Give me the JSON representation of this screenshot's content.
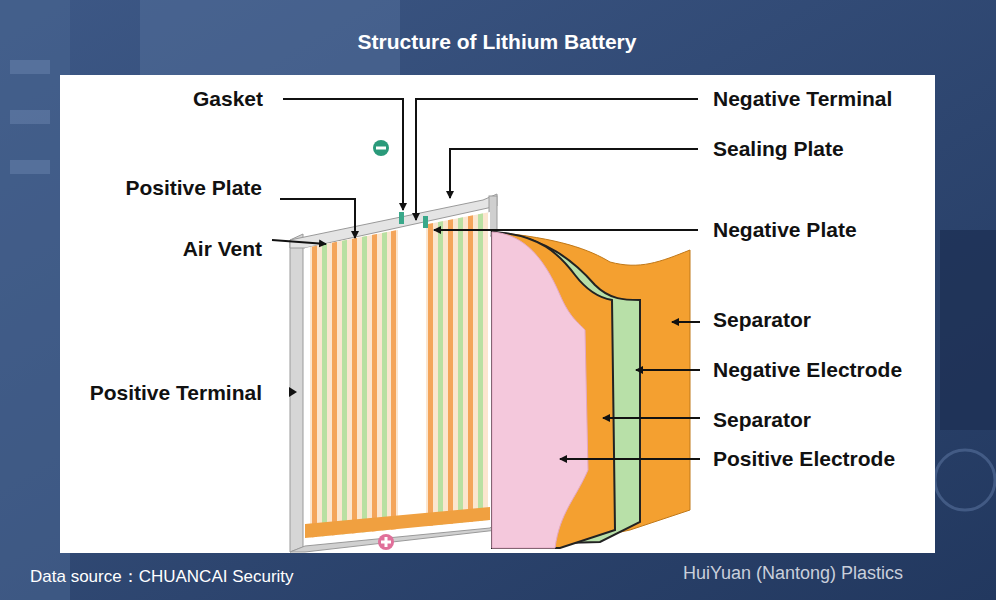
{
  "diagram": {
    "title": "Structure of Lithium Battery",
    "caption": "Data source：CHUANCAI Security",
    "labels": [
      "Gasket",
      "Negative Terminal",
      "Sealing Plate",
      "Positive Plate",
      "Air Vent",
      "Negative Plate",
      "Separator",
      "Negative Electrode",
      "Positive Terminal",
      "Separator",
      "Positive Electrode",
      "HuiYuan (Nantong) Plastics"
    ]
  }
}
